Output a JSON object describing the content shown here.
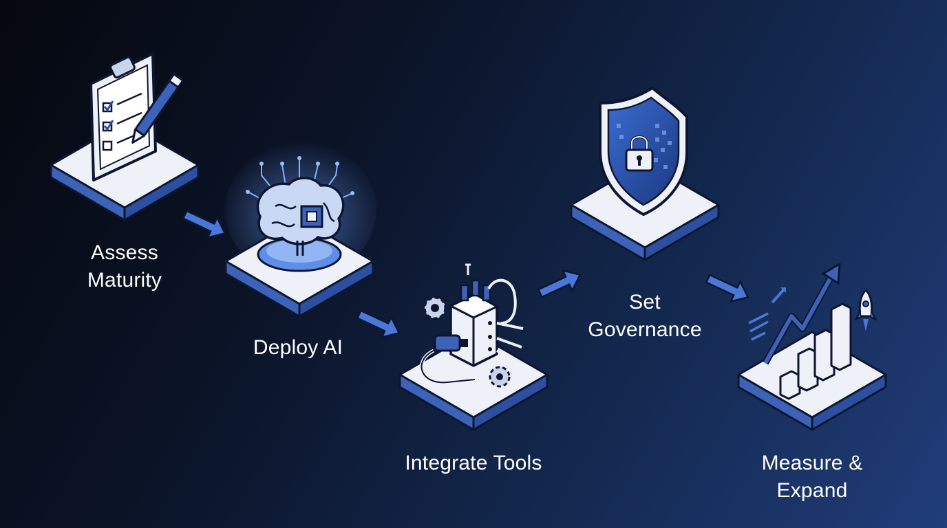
{
  "steps": [
    {
      "label": "Assess\nMaturity",
      "icon": "clipboard-checklist-icon"
    },
    {
      "label": "Deploy AI",
      "icon": "ai-brain-chip-icon"
    },
    {
      "label": "Integrate Tools",
      "icon": "connector-hub-icon"
    },
    {
      "label": "Set\nGovernance",
      "icon": "security-shield-lock-icon"
    },
    {
      "label": "Measure & Expand",
      "icon": "growth-chart-rocket-icon"
    }
  ],
  "colors": {
    "platform_top": "#eef1f8",
    "platform_side": "#3d63b8",
    "outline": "#0d1530",
    "accent": "#4a78d8",
    "text": "#ffffff"
  }
}
